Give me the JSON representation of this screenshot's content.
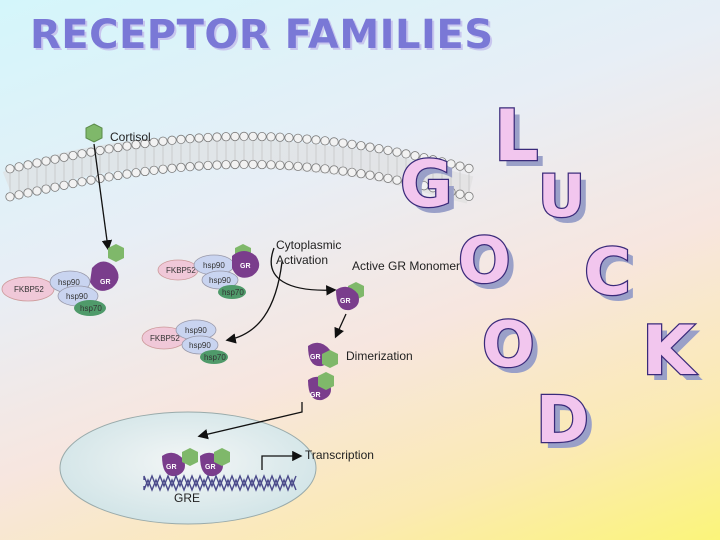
{
  "slide": {
    "title": "RECEPTOR FAMILIES"
  },
  "diagram": {
    "labels": {
      "cortisol": "Cortisol",
      "cytoplasmic_1": "Cytoplasmic",
      "cytoplasmic_2": "Activation",
      "active_monomer": "Active GR Monomer",
      "dimerization": "Dimerization",
      "transcription": "Transcription",
      "gre": "GRE"
    },
    "proteins": {
      "fkbp52": "FKBP52",
      "hsp90": "hsp90",
      "hsp70": "hsp70",
      "gr": "GR"
    },
    "decor_letters": [
      "G",
      "L",
      "U",
      "O",
      "C",
      "O",
      "K",
      "D"
    ],
    "colors": {
      "title": "#7a78d6",
      "membrane": "#8a8a8a",
      "gr_purple": "#7a3d8c",
      "cortisol_green": "#7fb86a",
      "hsp_blue": "#c9d4f0",
      "fkbp_pink": "#f0c8d8",
      "nucleus": "#dde9ec",
      "letter_fill": "#f2c6ee",
      "letter_stroke": "#3a2a7a"
    }
  }
}
